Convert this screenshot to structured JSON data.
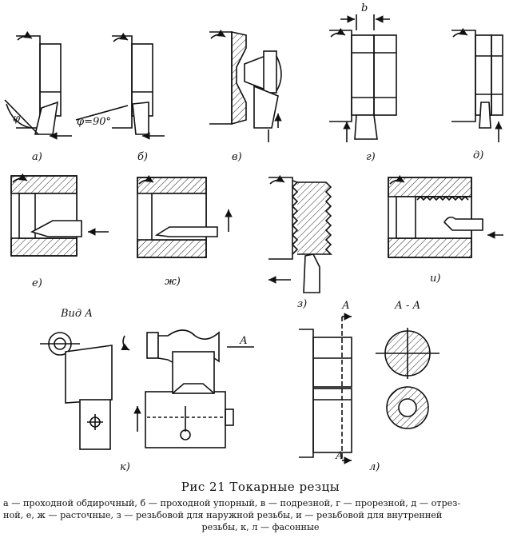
{
  "labels": {
    "a": "а)",
    "b": "б)",
    "v": "в)",
    "g": "г)",
    "d": "д)",
    "e": "е)",
    "zh": "ж)",
    "z": "з)",
    "i": "и)",
    "k": "к)",
    "l": "л)"
  },
  "annotations": {
    "phi": "φ",
    "phi90": "φ=90°",
    "b": "b",
    "vid_a": "Вид А",
    "arrow_a": "А",
    "section_aa": "А - А"
  },
  "caption": {
    "title": "Рис 21  Токарные резцы",
    "line1": "а — проходной обдирочный, б — проходной упорный, в — подрезной, г — прорезной, д — отрез-",
    "line2": "ной, е, ж — расточные, з — резьбовой для наружной резьбы, и — резьбовой для внутренней",
    "line3": "резьбы, к, л — фасонные"
  }
}
